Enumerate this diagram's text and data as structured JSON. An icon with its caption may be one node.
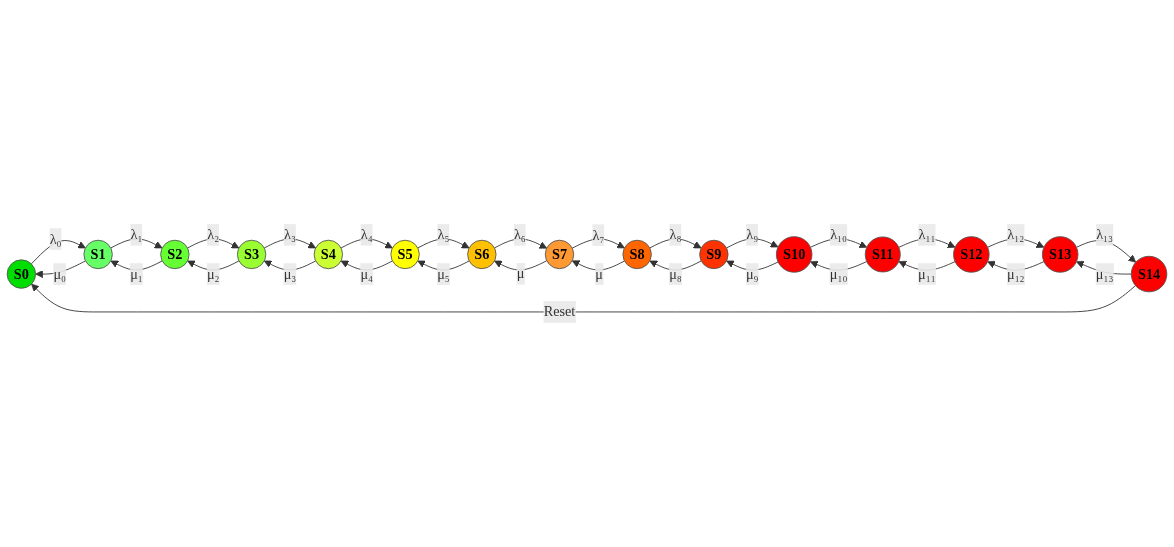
{
  "diagram": {
    "nodes": [
      {
        "text": [
          "S0"
        ]
      },
      {
        "text": [
          "S1"
        ]
      },
      {
        "text": [
          "S2"
        ]
      },
      {
        "text": [
          "S3"
        ]
      },
      {
        "text": [
          "S4"
        ]
      },
      {
        "text": [
          "S5"
        ]
      },
      {
        "text": [
          "S6"
        ]
      },
      {
        "text": [
          "S7"
        ]
      },
      {
        "text": [
          "S8"
        ]
      },
      {
        "text": [
          "S9"
        ]
      },
      {
        "text": [
          "S10"
        ]
      },
      {
        "text": [
          "S11"
        ]
      },
      {
        "text": [
          "S12"
        ]
      },
      {
        "text": [
          "S13"
        ]
      },
      {
        "text": [
          "S14"
        ]
      }
    ],
    "edges": [
      {
        "from": 0,
        "to": 1,
        "arrow": "to",
        "label": "λ₀"
      },
      {
        "from": 1,
        "to": 0,
        "arrow": "to",
        "label": "μ₀"
      },
      {
        "from": 1,
        "to": 2,
        "arrow": "to",
        "label": "λ₁"
      },
      {
        "from": 2,
        "to": 1,
        "arrow": "to",
        "label": "μ₁"
      },
      {
        "from": 2,
        "to": 3,
        "arrow": "to",
        "label": "λ₂"
      },
      {
        "from": 3,
        "to": 2,
        "arrow": "to",
        "label": "μ₂"
      },
      {
        "from": 3,
        "to": 4,
        "arrow": "to",
        "label": "λ₃"
      },
      {
        "from": 4,
        "to": 3,
        "arrow": "to",
        "label": "μ₃"
      },
      {
        "from": 4,
        "to": 5,
        "arrow": "to",
        "label": "λ₄"
      },
      {
        "from": 5,
        "to": 4,
        "arrow": "to",
        "label": "μ₄"
      },
      {
        "from": 5,
        "to": 6,
        "arrow": "to",
        "label": "λ₅"
      },
      {
        "from": 6,
        "to": 5,
        "arrow": "to",
        "label": "μ₅"
      },
      {
        "from": 6,
        "to": 7,
        "arrow": "to",
        "label": "λ₆"
      },
      {
        "from": 7,
        "to": 6,
        "arrow": "to",
        "label": "μ"
      },
      {
        "from": 7,
        "to": 8,
        "arrow": "to",
        "label": "λ₇"
      },
      {
        "from": 8,
        "to": 7,
        "arrow": "to",
        "label": "μ"
      },
      {
        "from": 8,
        "to": 9,
        "arrow": "to",
        "label": "λ₈"
      },
      {
        "from": 9,
        "to": 8,
        "arrow": "to",
        "label": "μ₈"
      },
      {
        "from": 9,
        "to": 10,
        "arrow": "to",
        "label": "λ₉"
      },
      {
        "from": 10,
        "to": 9,
        "arrow": "to",
        "label": "μ₉"
      },
      {
        "from": 10,
        "to": 11,
        "arrow": "to",
        "label": "λ₁₀"
      },
      {
        "from": 11,
        "to": 10,
        "arrow": "to",
        "label": "μ₁₀"
      },
      {
        "from": 11,
        "to": 12,
        "arrow": "to",
        "label": "λ₁₁"
      },
      {
        "from": 12,
        "to": 11,
        "arrow": "to",
        "label": "μ₁₁"
      },
      {
        "from": 12,
        "to": 13,
        "arrow": "to",
        "label": "λ₁₂"
      },
      {
        "from": 13,
        "to": 12,
        "arrow": "to",
        "label": "μ₁₂"
      },
      {
        "from": 13,
        "to": 14,
        "arrow": "to",
        "label": "λ₁₃"
      },
      {
        "from": 14,
        "to": 13,
        "arrow": "to",
        "label": "μ₁₃"
      },
      {
        "from": 14,
        "to": 0,
        "arrow": "to",
        "label": "Reset"
      }
    ]
  }
}
